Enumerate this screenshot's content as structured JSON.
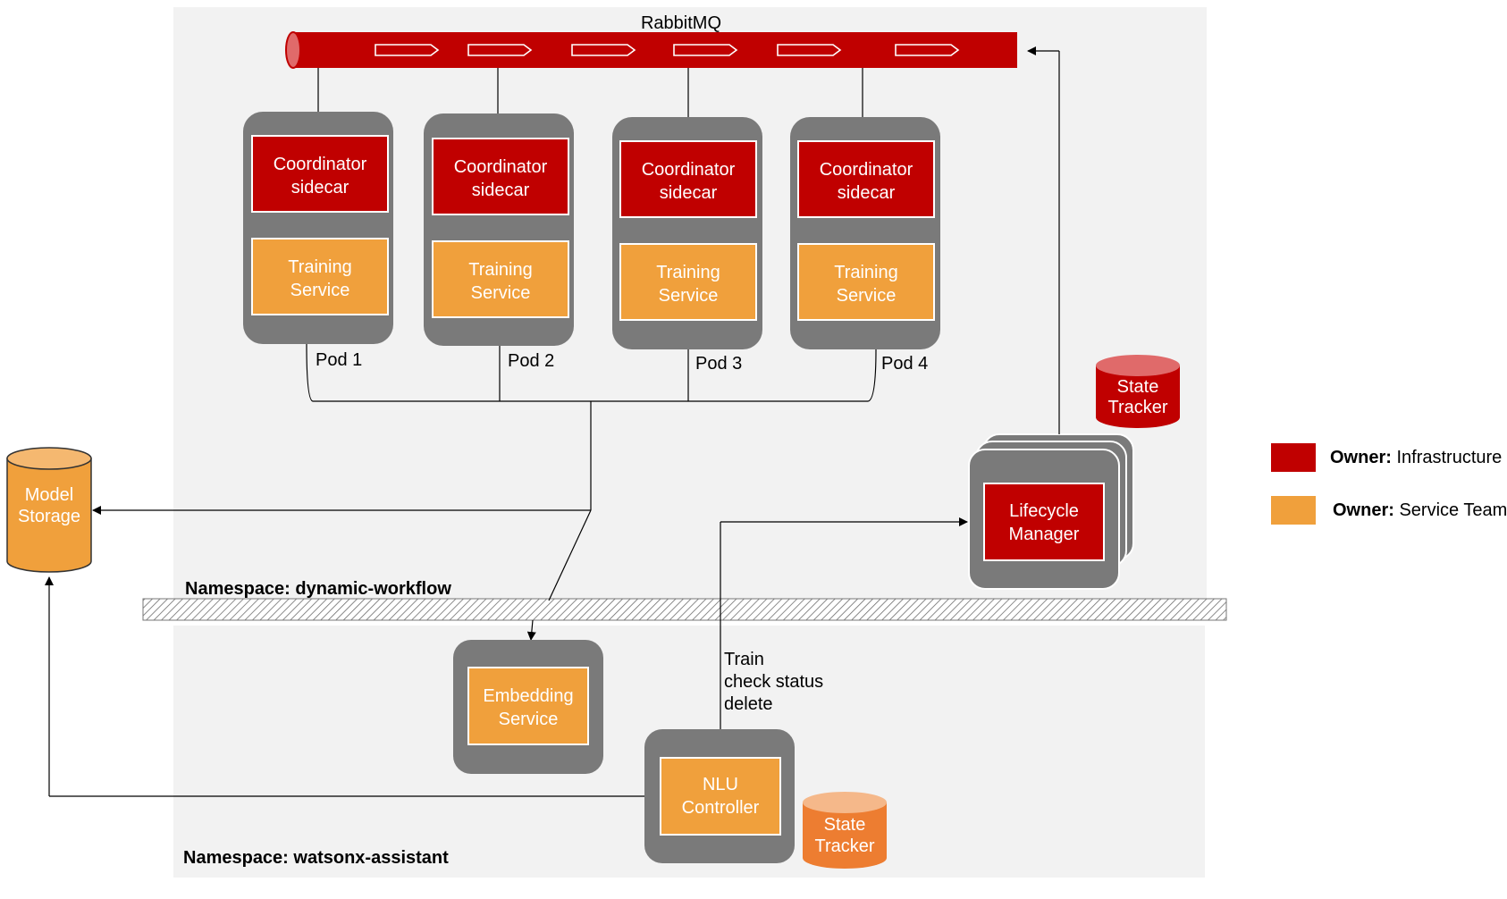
{
  "colors": {
    "infrastructure": "#c00000",
    "service_team": "#f0a03c",
    "pod_gray": "#7a7a7a",
    "namespace_bg": "#f2f2f2",
    "state_tracker_orange": "#ed7d31"
  },
  "rabbitmq": {
    "label": "RabbitMQ"
  },
  "pods": [
    {
      "label": "Pod 1",
      "sidecar": [
        "Coordinator",
        "sidecar"
      ],
      "service": [
        "Training",
        "Service"
      ]
    },
    {
      "label": "Pod 2",
      "sidecar": [
        "Coordinator",
        "sidecar"
      ],
      "service": [
        "Training",
        "Service"
      ]
    },
    {
      "label": "Pod 3",
      "sidecar": [
        "Coordinator",
        "sidecar"
      ],
      "service": [
        "Training",
        "Service"
      ]
    },
    {
      "label": "Pod 4",
      "sidecar": [
        "Coordinator",
        "sidecar"
      ],
      "service": [
        "Training",
        "Service"
      ]
    }
  ],
  "state_tracker_top": [
    "State",
    "Tracker"
  ],
  "state_tracker_bottom": [
    "State",
    "Tracker"
  ],
  "lifecycle_manager": [
    "Lifecycle",
    "Manager"
  ],
  "model_storage": [
    "Model",
    "Storage"
  ],
  "embedding_service": [
    "Embedding",
    "Service"
  ],
  "nlu_controller": [
    "NLU",
    "Controller"
  ],
  "controller_actions": [
    "Train",
    "check status",
    "delete"
  ],
  "namespaces": {
    "dynamic": "Namespace: dynamic-workflow",
    "watsonx": "Namespace: watsonx-assistant"
  },
  "legend": [
    {
      "bold": "Owner:",
      "text": " Infrastructure",
      "color": "#c00000"
    },
    {
      "bold": "Owner:",
      "text": " Service Team",
      "color": "#f0a03c"
    }
  ]
}
